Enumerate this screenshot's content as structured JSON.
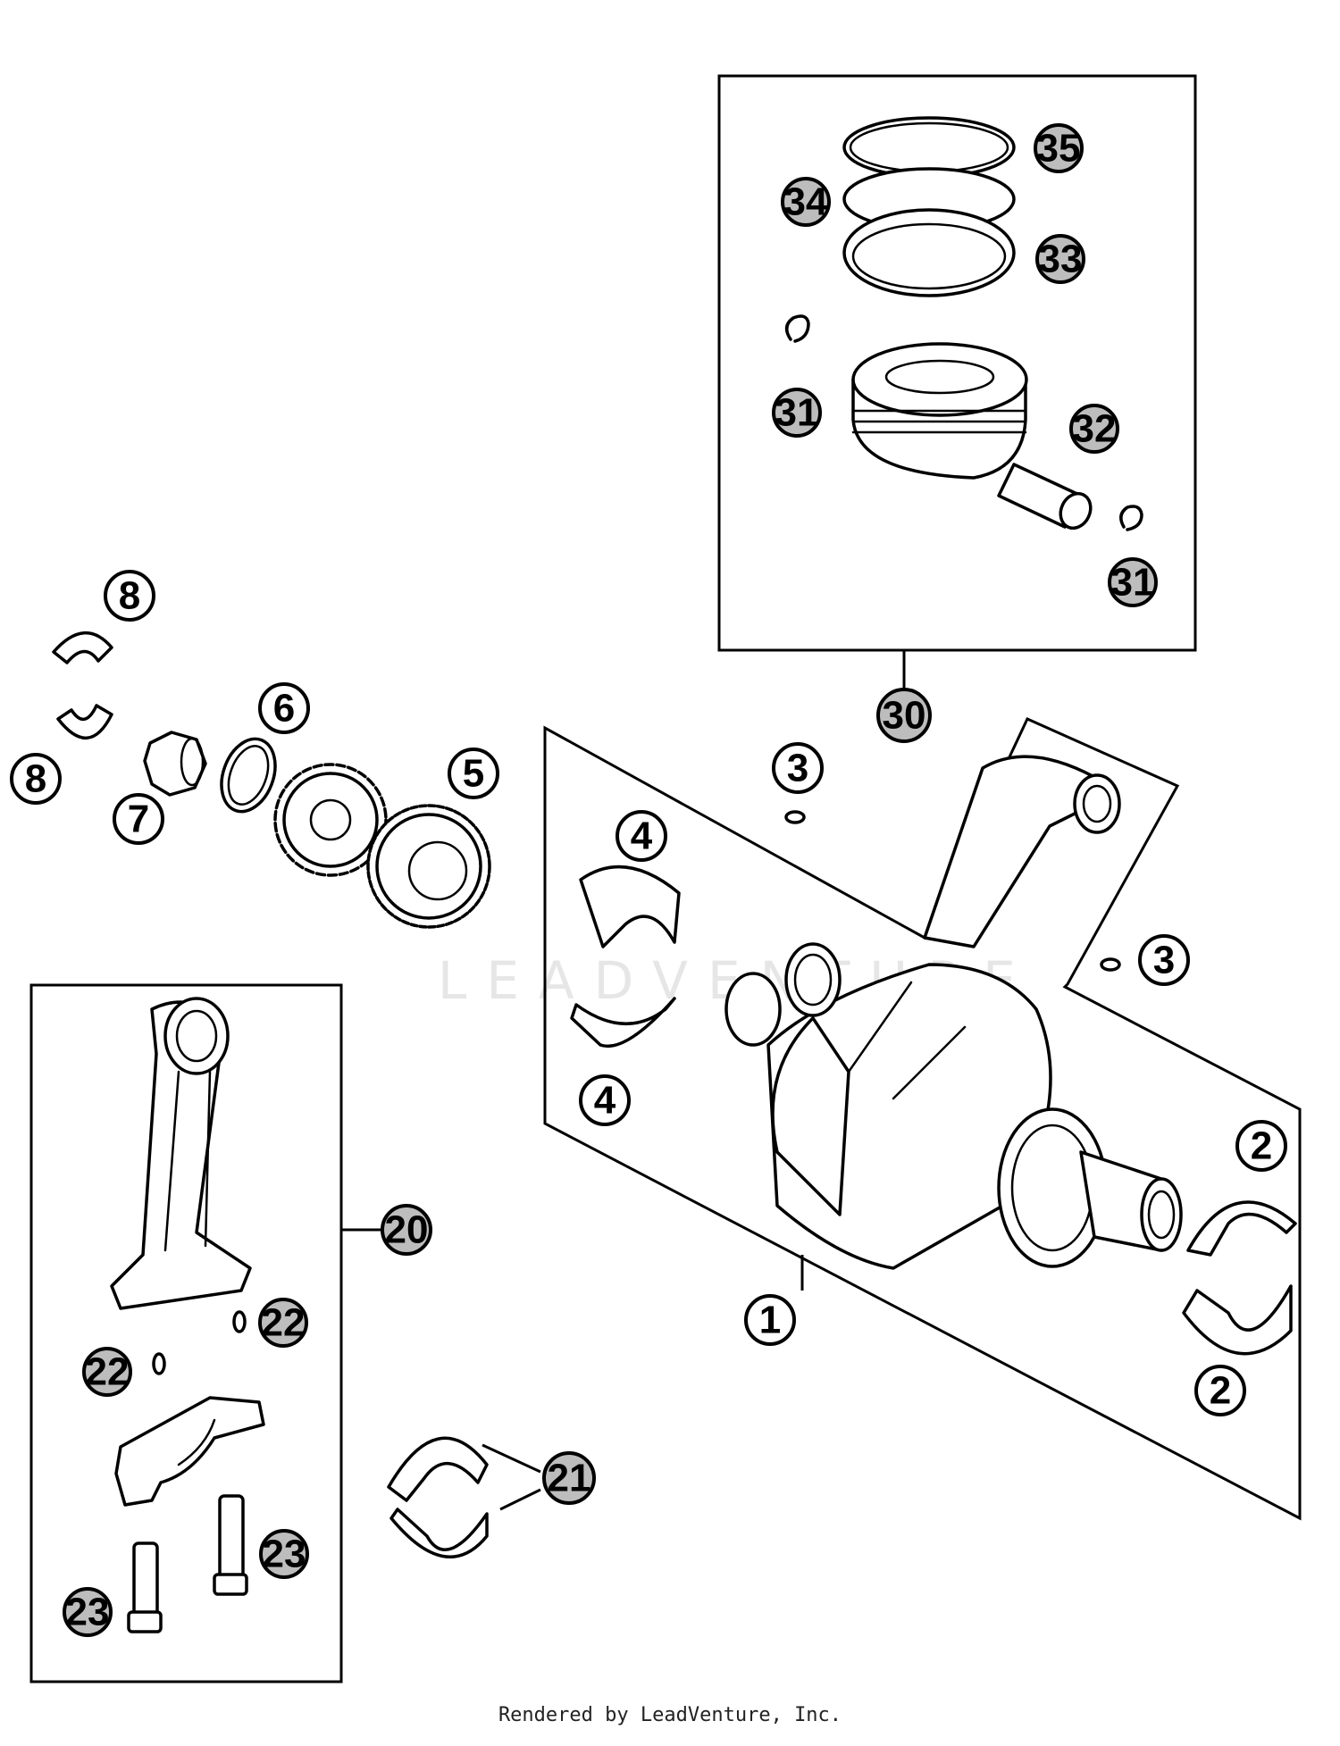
{
  "watermark": "LEADVENTURE",
  "footer": "Rendered by LeadVenture, Inc.",
  "callouts": {
    "c35": "35",
    "c34": "34",
    "c33": "33",
    "c31a": "31",
    "c32": "32",
    "c31b": "31",
    "c30": "30",
    "c8a": "8",
    "c8b": "8",
    "c7": "7",
    "c6": "6",
    "c5": "5",
    "c3a": "3",
    "c3b": "3",
    "c4a": "4",
    "c4b": "4",
    "c2a": "2",
    "c2b": "2",
    "c1": "1",
    "c20": "20",
    "c22a": "22",
    "c22b": "22",
    "c21": "21",
    "c23a": "23",
    "c23b": "23"
  }
}
